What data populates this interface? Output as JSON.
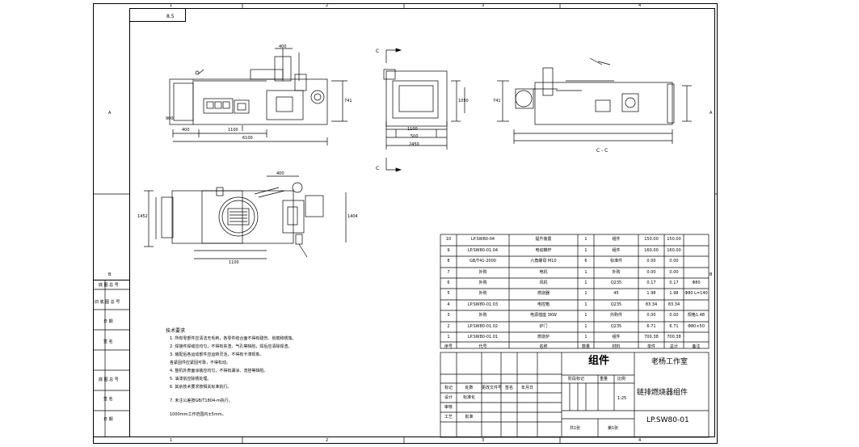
{
  "sheet": {
    "top_label": "8.5",
    "col_numbers": [
      "1",
      "2",
      "3",
      "4"
    ],
    "row_letters": [
      "A",
      "B"
    ],
    "side_margin_labels": [
      "底 图 总 号",
      "旧 底 图 总 号",
      "日 期",
      "签 名",
      "底 图 总 号",
      "签 名",
      "日 期"
    ]
  },
  "views": {
    "section_mark_c1": "C",
    "section_mark_c2": "C",
    "section_label_cc": "C - C",
    "view1_dims": [
      "400",
      "1100",
      "6100",
      "400",
      "741",
      "900"
    ],
    "view2_dims": [
      "1100",
      "500",
      "2450",
      "1050"
    ],
    "view3_dims": [
      "741"
    ],
    "view4_dims": [
      "400",
      "1100",
      "1452",
      "1404"
    ]
  },
  "notes": {
    "title": "技术要求",
    "lines": [
      "1. 所有零部件应清洁无毛刺，各零件结合面不得有碰伤、划痕和锈蚀。",
      "2. 焊接件焊缝应均匀，不得有夹渣、气孔等缺陷，焊后应清除焊渣。",
      "3. 装配后各运动部件应运转灵活，不得有卡滞现象。",
      "   各紧固件应紧固可靠，不得松动。",
      "4. 整机外表面涂装应均匀，不得有漏涂、流挂等缺陷。",
      "5. 油漆前应除锈处理。",
      "6. 其余技术要求按相关标准执行。",
      "7. 未注公差按GB/T1804-m执行。",
      "1000mm工作范围内±5mm。"
    ]
  },
  "bom": {
    "rows": [
      {
        "no": "10",
        "code": "LP.SW80-04",
        "name": "提升装置",
        "qty": "1",
        "mat": "组件",
        "w1": "150.00",
        "w2": "150.00",
        "note": ""
      },
      {
        "no": "9",
        "code": "LP.SW80-01.04",
        "name": "电动推杆",
        "qty": "1",
        "mat": "组件",
        "w1": "160.00",
        "w2": "160.00",
        "note": ""
      },
      {
        "no": "8",
        "code": "GB/T41-2000",
        "name": "六角螺母 M10",
        "qty": "6",
        "mat": "标准件",
        "w1": "0.00",
        "w2": "0.00",
        "note": ""
      },
      {
        "no": "7",
        "code": "外购",
        "name": "电机",
        "qty": "1",
        "mat": "外购",
        "w1": "0.00",
        "w2": "0.00",
        "note": ""
      },
      {
        "no": "6",
        "code": "外购",
        "name": "风机",
        "qty": "1",
        "mat": "Q235",
        "w1": "0.17",
        "w2": "0.17",
        "note": "Φ80"
      },
      {
        "no": "5",
        "code": "外购",
        "name": "燃烧器",
        "qty": "1",
        "mat": "45",
        "w1": "1.98",
        "w2": "1.98",
        "note": "Φ80 L=140"
      },
      {
        "no": "4",
        "code": "LP.SW80-01.03",
        "name": "电控箱",
        "qty": "1",
        "mat": "Q235",
        "w1": "83.34",
        "w2": "83.34",
        "note": ""
      },
      {
        "no": "3",
        "code": "外购",
        "name": "电源插座 3KW",
        "qty": "1",
        "mat": "外购件",
        "w1": "0.00",
        "w2": "0.00",
        "note": "规格1.48"
      },
      {
        "no": "2",
        "code": "LP.SW80-01.02",
        "name": "炉门",
        "qty": "1",
        "mat": "Q235",
        "w1": "6.71",
        "w2": "6.71",
        "note": "Φ80×50"
      },
      {
        "no": "1",
        "code": "LP.SW80-01.01",
        "name": "燃烧炉",
        "qty": "1",
        "mat": "组件",
        "w1": "700.38",
        "w2": "700.38",
        "note": ""
      }
    ],
    "header": {
      "no": "序号",
      "code": "代号",
      "name": "名称",
      "qty": "数量",
      "mat": "材料",
      "w1": "单件",
      "w2": "总计",
      "note": "备注"
    }
  },
  "title_block": {
    "kind": "组件",
    "studio": "老杨工作室",
    "drawing_name": "链排燃烧器组件",
    "drawing_no": "LP.SW80-01",
    "scale": "1:25",
    "stage_label": "阶段标记",
    "weight_label": "重量",
    "scale_label": "比例",
    "sheet_total": "共1张",
    "sheet_no": "第1张",
    "rows": [
      {
        "a": "标记",
        "b": "处数",
        "c": "更改文件号",
        "d": "签名",
        "e": "年月日"
      },
      {
        "a": "设计",
        "b": "标准化",
        "c": "",
        "d": "",
        "e": ""
      },
      {
        "a": "审核",
        "b": "",
        "c": "",
        "d": "",
        "e": ""
      },
      {
        "a": "工艺",
        "b": "批准",
        "c": "",
        "d": "",
        "e": ""
      }
    ]
  }
}
